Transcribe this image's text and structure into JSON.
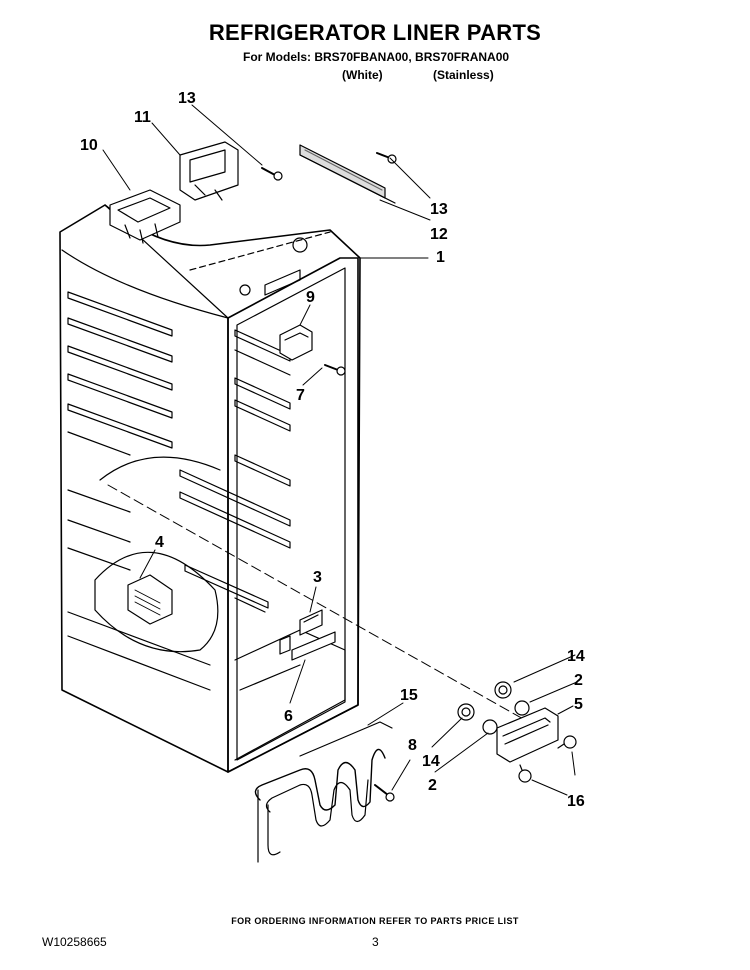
{
  "header": {
    "title": "REFRIGERATOR LINER PARTS",
    "models_line": "For Models: BRS70FBANA00, BRS70FRANA00",
    "variant_white": "(White)",
    "variant_stainless": "(Stainless)"
  },
  "callouts": {
    "c1": "1",
    "c2a": "2",
    "c2b": "2",
    "c3": "3",
    "c4": "4",
    "c5": "5",
    "c6": "6",
    "c7": "7",
    "c8": "8",
    "c9": "9",
    "c10": "10",
    "c11": "11",
    "c12": "12",
    "c13a": "13",
    "c13b": "13",
    "c14a": "14",
    "c14b": "14",
    "c15": "15",
    "c16": "16"
  },
  "footer": {
    "ordering_info": "FOR ORDERING INFORMATION REFER TO PARTS PRICE LIST",
    "document_number": "W10258665",
    "page_number": "3"
  }
}
